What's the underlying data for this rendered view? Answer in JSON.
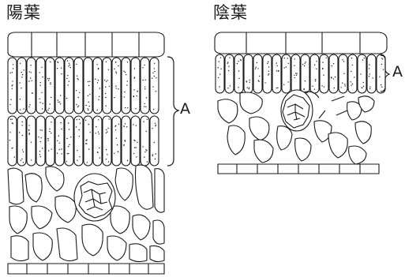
{
  "sun_leaf": {
    "title": "陽葉",
    "bracket_label": "A"
  },
  "shade_leaf": {
    "title": "陰葉",
    "bracket_label": "A"
  }
}
